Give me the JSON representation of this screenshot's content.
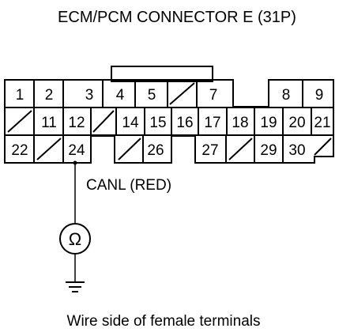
{
  "title": "ECM/PCM CONNECTOR E (31P)",
  "probe_label": "CANL (RED)",
  "meter_symbol": "Ω",
  "caption": "Wire side of female terminals",
  "pins": {
    "p1": "1",
    "p2": "2",
    "p3": "3",
    "p4": "4",
    "p5": "5",
    "p7": "7",
    "p8": "8",
    "p9": "9",
    "p11": "11",
    "p12": "12",
    "p14": "14",
    "p15": "15",
    "p16": "16",
    "p17": "17",
    "p18": "18",
    "p19": "19",
    "p20": "20",
    "p21": "21",
    "p22": "22",
    "p24": "24",
    "p26": "26",
    "p27": "27",
    "p29": "29",
    "p30": "30"
  }
}
